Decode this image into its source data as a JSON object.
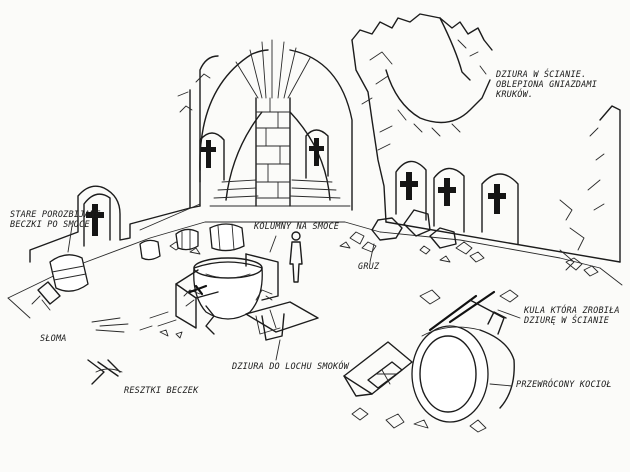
{
  "labels": {
    "hole_in_wall": [
      "DZIURA W ŚCIANIE.",
      "OBLEPIONA GNIAZDAMI",
      "KRUKÓW."
    ],
    "old_barrels": [
      "STARE POROZBIJANE",
      "BECZKI PO SMOCE"
    ],
    "dragon_columns": "KOLUMNY NA SMOCE",
    "rubble": "GRUZ",
    "straw": "SŁOMA",
    "barrel_bands": "RESZTKI BECZEK",
    "hole_to_dragon_pit": "DZIURA DO LOCHU SMOKÓW",
    "ball_broke_wall": [
      "KULA KTÓRA ZROBIŁA",
      "DZIURĘ W ŚCIANIE"
    ],
    "overturned_cauldron": "PRZEWRÓCONY KOCIOŁ"
  },
  "colors": {
    "ink": "#1c1c1c",
    "paper": "#fbfbf9"
  }
}
